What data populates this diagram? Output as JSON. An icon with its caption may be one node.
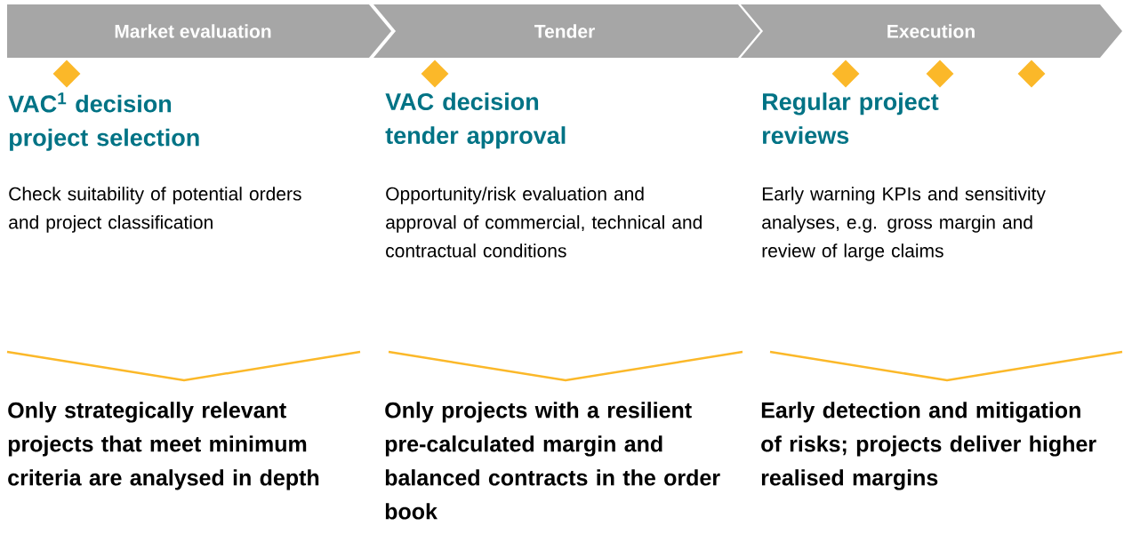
{
  "diagram": {
    "nodes": [
      {
        "text": [
          "Market evaluation"
        ]
      },
      {
        "text": [
          "Tender"
        ]
      },
      {
        "text": [
          "Execution"
        ]
      },
      {
        "text": [],
        "shape": "diamond"
      },
      {
        "text": [],
        "shape": "diamond"
      },
      {
        "text": [],
        "shape": "diamond"
      },
      {
        "text": [],
        "shape": "diamond"
      },
      {
        "text": [],
        "shape": "diamond"
      }
    ],
    "edges": [],
    "labels": [
      "VAC$^{1}$ decision project selection",
      "VAC decision tender approval",
      "Regular project reviews",
      "Check suitability of potential orders and project classification",
      "Opportunity/risk evaluation and approval of commercial, technical and contractual conditions",
      "Early warning KPIs and sensitivity analyses, e.g. gross margin and review of large claims",
      "Only strategically relevant projects that meet minimum criteria are analysed in depth",
      "Only projects with a resilient pre-calculated margin and balanced contracts in the order book",
      "Early detection and mitigation of risks; projects deliver higher realised margins"
    ]
  }
}
